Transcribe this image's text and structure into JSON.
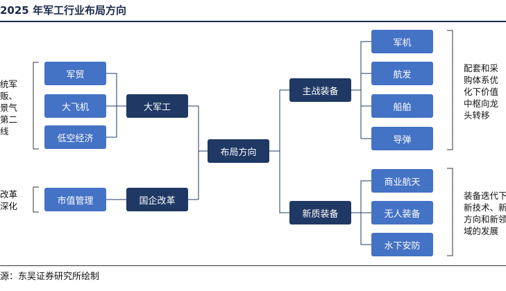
{
  "title": "2025 年军工行业布局方向",
  "source": "源：东吴证券研究所绘制",
  "diagram": {
    "root": "布局方向",
    "left_hubs": {
      "da_jun_gong": "大军工",
      "guo_qi_gai_ge": "国企改革"
    },
    "left_leaves": {
      "jun_mao": "军贸",
      "da_fei_ji": "大飞机",
      "di_kong_jing_ji": "低空经济",
      "shi_zhi_guan_li": "市值管理"
    },
    "right_hubs": {
      "zhu_zhan_zhuang_bei": "主战装备",
      "xin_zhi_zhuang_bei": "新质装备"
    },
    "right_leaves": {
      "jun_ji": "军机",
      "hang_fa": "航发",
      "chuan_bo": "船舶",
      "dao_dan": "导弹",
      "shang_ye_hang_tian": "商业航天",
      "wu_ren_zhuang_bei": "无人装备",
      "shui_xia_an_fang": "水下安防"
    },
    "notes": {
      "left_top": "统军\n贩、\n景气\n第二\n线",
      "left_bottom": "改革\n深化",
      "right_top": "配套和采\n购体系优\n化下价值\n中枢向龙\n头转移",
      "right_bottom": "装备迭代下\n新技术、新\n方向和新领\n域的发展"
    }
  }
}
